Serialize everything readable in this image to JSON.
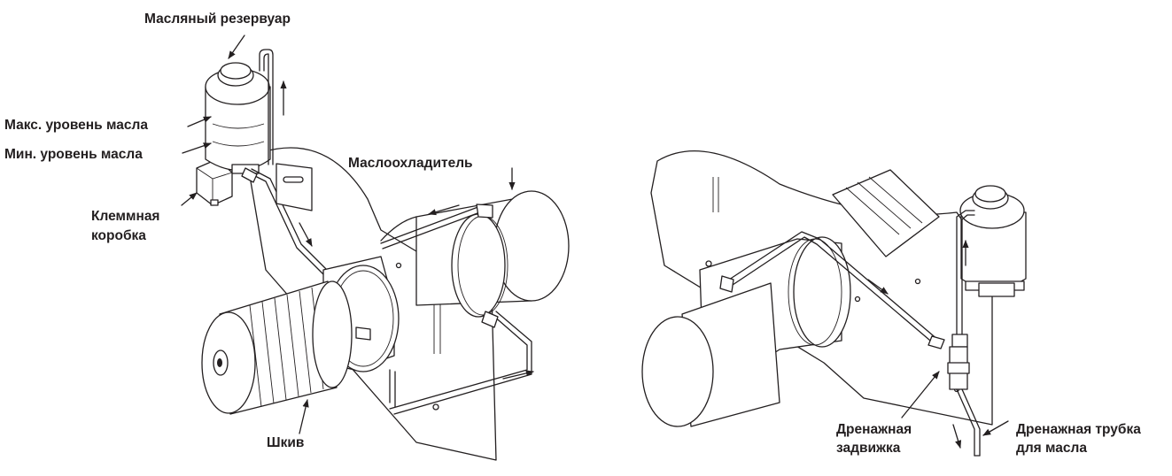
{
  "labels": {
    "oil_reservoir": "Масляный резервуар",
    "max_oil_level": "Макс. уровень масла",
    "min_oil_level": "Мин. уровень масла",
    "terminal_box_line1": "Клеммная",
    "terminal_box_line2": "коробка",
    "oil_cooler": "Маслоохладитель",
    "pulley": "Шкив",
    "drain_valve_line1": "Дренажная",
    "drain_valve_line2": "задвижка",
    "drain_tube_line1": "Дренажная трубка",
    "drain_tube_line2": "для масла"
  },
  "colors": {
    "ink": "#231f20",
    "background": "#ffffff"
  }
}
